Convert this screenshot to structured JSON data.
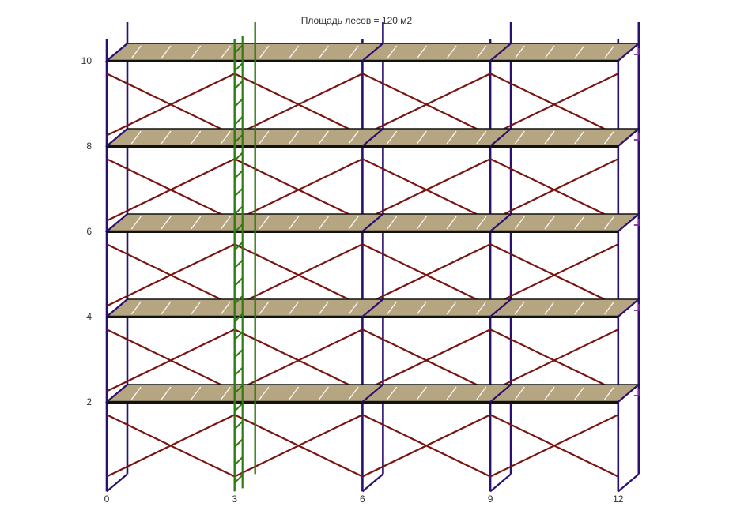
{
  "title": "Площадь лесов = 120 м2",
  "colors": {
    "frame": "#2b1070",
    "brace": "#7a1410",
    "ladder": "#2f7a12",
    "deck_fill": "#b5a581",
    "deck_stroke": "#111111",
    "deck_mark": "#ffffff",
    "bracket": "#7b2a99",
    "text": "#333333"
  },
  "chart_data": {
    "type": "diagram",
    "title": "Площадь лесов = 120 м2",
    "xlim": [
      0,
      12.5
    ],
    "ylim": [
      -0.1,
      10.5
    ],
    "x_ticks": [
      {
        "value": 0,
        "label": "0"
      },
      {
        "value": 3,
        "label": "3"
      },
      {
        "value": 6,
        "label": "6"
      },
      {
        "value": 9,
        "label": "9"
      },
      {
        "value": 12,
        "label": "12"
      }
    ],
    "y_ticks": [
      {
        "value": 2,
        "label": "2"
      },
      {
        "value": 4,
        "label": "4"
      },
      {
        "value": 6,
        "label": "6"
      },
      {
        "value": 8,
        "label": "8"
      },
      {
        "value": 10,
        "label": "10"
      }
    ],
    "frame_posts_x": [
      0,
      6,
      9,
      12
    ],
    "ladder_bay_x": 3,
    "bay_width": 3,
    "bays": 4,
    "deck_levels": [
      2,
      4,
      6,
      8,
      10
    ],
    "tiers": 5,
    "tier_height": 2,
    "depth": 0.5
  }
}
